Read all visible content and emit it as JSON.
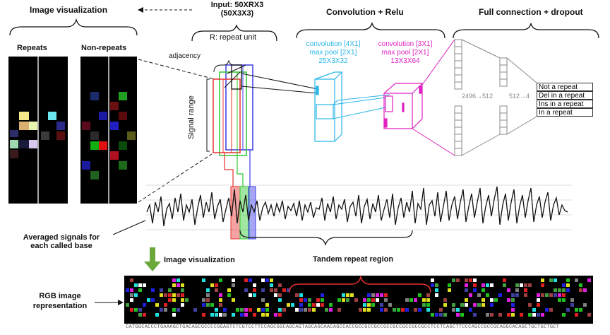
{
  "labels": {
    "image_visualization_top": "Image visualization",
    "input_title_line1": "Input: 50XRX3",
    "input_title_line2": "(50X3X3)",
    "repeat_unit": "R: repeat unit",
    "conv_relu": "Convolution + Relu",
    "full_conn": "Full connection + dropout",
    "repeats": "Repeats",
    "non_repeats": "Non-repeats",
    "adjacency": "adjacency",
    "signal_range": "Signal range",
    "averaged_signals_line1": "Averaged signals for",
    "averaged_signals_line2": "each called base",
    "image_visualization_bottom": "Image visualization",
    "tandem_repeat_region": "Tandem repeat region",
    "rgb_line1": "RGB image",
    "rgb_line2": "representation"
  },
  "conv1": {
    "line1": "convolution [4X1]",
    "line2": "max pool [2X1]",
    "line3": "25X3X32"
  },
  "conv2": {
    "line1": "convolution [3X1]",
    "line2": "max pool [2X1]",
    "line3": "13X3X64"
  },
  "fc": {
    "dim1": "2496→512",
    "dim2": "512→4"
  },
  "classes": [
    "Not a repeat",
    "Del in a repeat",
    "Ins in a repeat",
    "In a repeat"
  ],
  "dna_sequence": "CATGGCACCCTGAAAGCTGACAGCGCCCCGGAGTCTCGTCCTTCCAGCGGCAGCAGTAGCAGCAACAGCCACCGCCGCCGCCGCCGCCGCCGCCGCCTCCTCAGCTTCCCAGCCGCCGCAGGCACAGCTGCTGCTGCT",
  "colors": {
    "cyan": "#29b6e8",
    "magenta": "#e020c0",
    "red": "#e83030",
    "green": "#2ec82e",
    "blue": "#3a3ae8",
    "arrow_green": "#6aa83a"
  }
}
